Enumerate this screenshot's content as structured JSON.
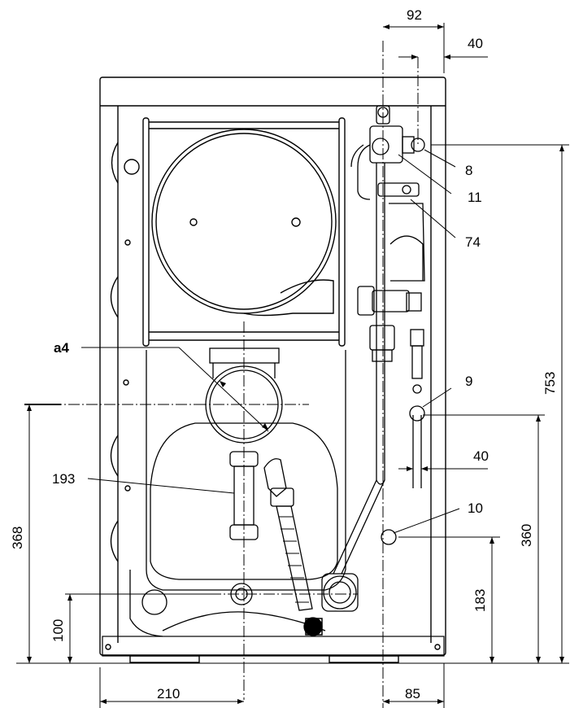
{
  "dimensions": {
    "d92": "92",
    "d40_top": "40",
    "d40_mid": "40",
    "d753": "753",
    "d368": "368",
    "d360": "360",
    "d183": "183",
    "d100": "100",
    "d210": "210",
    "d85": "85"
  },
  "callouts": {
    "c8": "8",
    "c11": "11",
    "c74": "74",
    "c9": "9",
    "c10": "10",
    "c193": "193",
    "a4": "a4"
  }
}
